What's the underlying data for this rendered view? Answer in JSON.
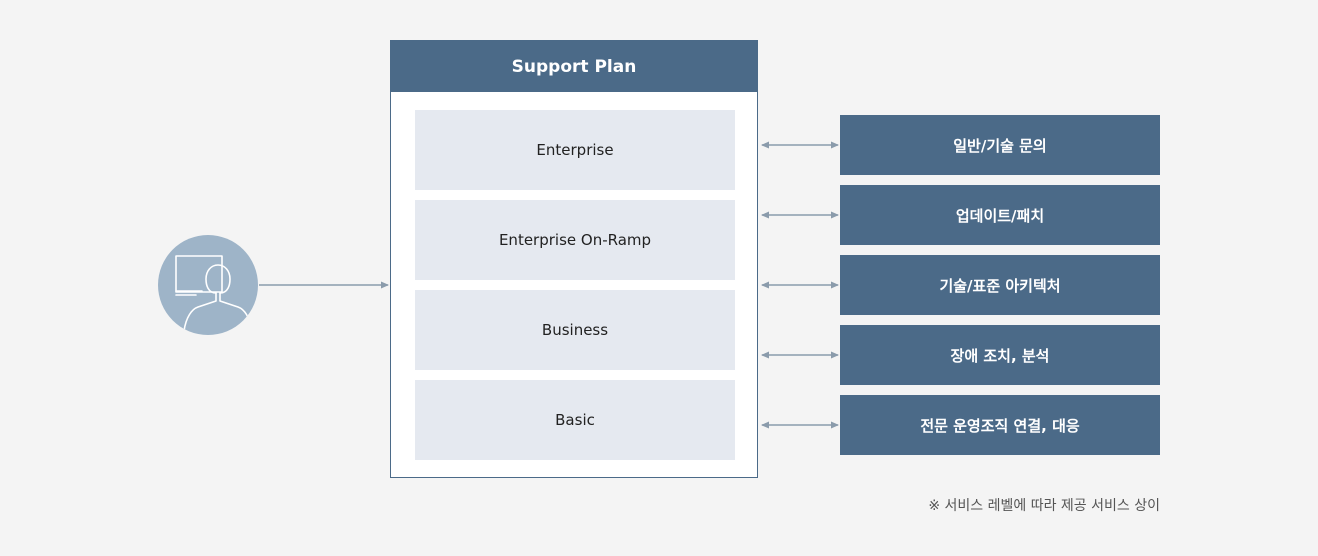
{
  "diagram": {
    "plan_title": "Support Plan",
    "plans": [
      "Enterprise",
      "Enterprise On-Ramp",
      "Business",
      "Basic"
    ],
    "services": [
      "일반/기술 문의",
      "업데이트/패치",
      "기술/표준 아키텍처",
      "장애 조치, 분석",
      "전문 운영조직 연결, 대응"
    ],
    "note": "※ 서비스 레벨에 따라 제공 서비스 상이"
  },
  "colors": {
    "background": "#f4f4f4",
    "primary": "#4b6a88",
    "tier_fill": "#e5e9f0",
    "avatar": "#9eb4c8",
    "connector": "#8a9bab"
  }
}
